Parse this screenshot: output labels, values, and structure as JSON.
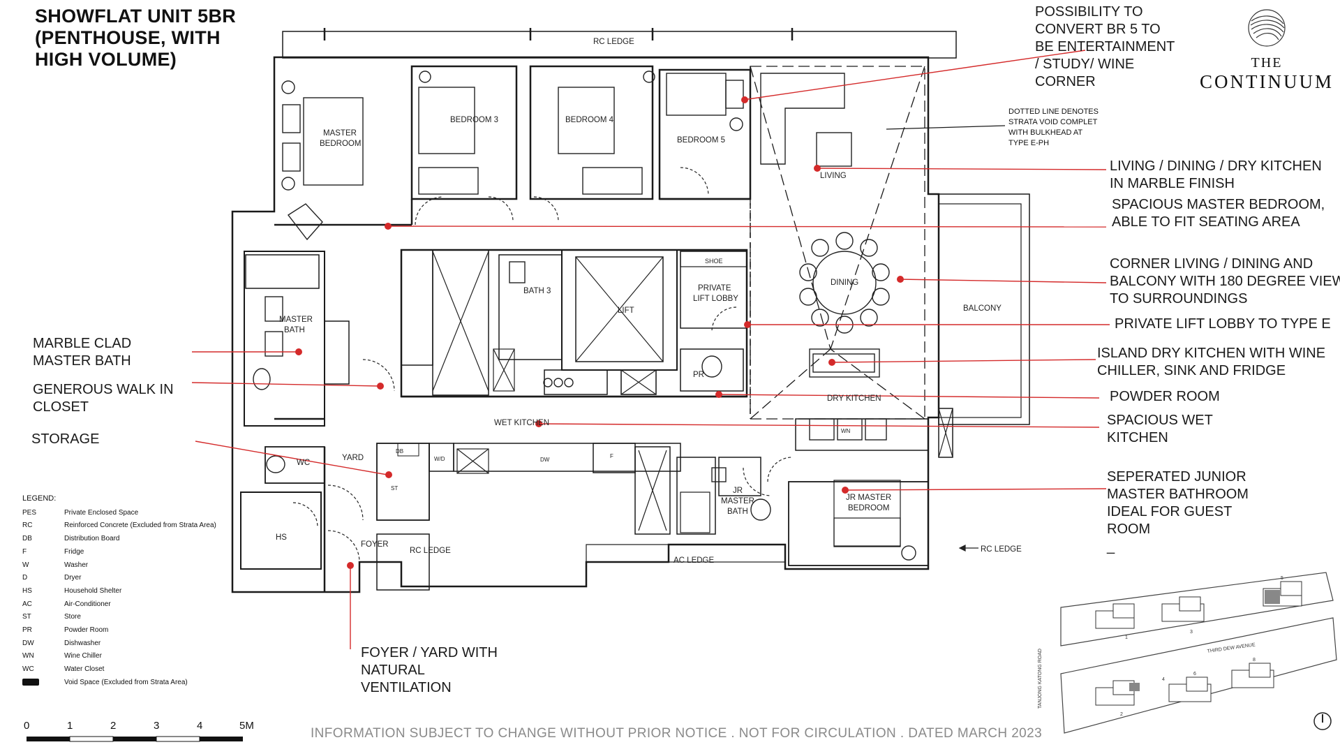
{
  "title": {
    "lines": [
      "SHOWFLAT UNIT 5BR",
      "(PENTHOUSE, WITH",
      "HIGH VOLUME)"
    ]
  },
  "brand": {
    "line1": "THE",
    "line2": "CONTINUUM",
    "icon": "ribbon-logo-icon"
  },
  "annotations": {
    "convert_br5": [
      "POSSIBILITY TO",
      "CONVERT BR 5 TO",
      "BE ENTERTAINMENT",
      "/ STUDY/ WINE",
      "CORNER"
    ],
    "dotted_line": [
      "DOTTED LINE DENOTES",
      "STRATA VOID COMPLET",
      "WITH BULKHEAD AT",
      "TYPE E-PH"
    ],
    "living": [
      "LIVING / DINING / DRY KITCHEN",
      "IN MARBLE FINISH"
    ],
    "master_bedroom": [
      "SPACIOUS MASTER BEDROOM,",
      "ABLE TO FIT SEATING AREA"
    ],
    "corner_living": [
      "CORNER LIVING / DINING AND",
      "BALCONY WITH 180 DEGREE VIEW",
      "TO SURROUNDINGS"
    ],
    "lift_lobby": [
      "PRIVATE LIFT LOBBY TO TYPE E"
    ],
    "island": [
      "ISLAND DRY KITCHEN WITH WINE",
      "CHILLER, SINK AND FRIDGE"
    ],
    "powder": [
      "POWDER ROOM"
    ],
    "wet_kitchen": [
      "SPACIOUS WET",
      "KITCHEN"
    ],
    "junior": [
      "SEPERATED JUNIOR",
      "MASTER BATHROOM",
      "IDEAL FOR GUEST",
      "ROOM"
    ],
    "dash": "_",
    "marble_bath": [
      "MARBLE CLAD",
      "MASTER BATH"
    ],
    "walk_in": [
      "GENEROUS WALK IN",
      "CLOSET"
    ],
    "storage": [
      "STORAGE"
    ],
    "foyer": [
      "FOYER / YARD WITH",
      "NATURAL",
      "VENTILATION"
    ]
  },
  "rooms": {
    "rc_ledge_top": "RC LEDGE",
    "master_bedroom": [
      "MASTER",
      "BEDROOM"
    ],
    "bedroom3": "BEDROOM 3",
    "bedroom4": "BEDROOM 4",
    "bedroom5": "BEDROOM 5",
    "living": "LIVING",
    "dining": "DINING",
    "balcony": "BALCONY",
    "bath3": "BATH 3",
    "lift": "LIFT",
    "shoe": "SHOE",
    "private_lift_lobby": [
      "PRIVATE",
      "LIFT LOBBY"
    ],
    "pr": "PR",
    "master_bath": [
      "MASTER",
      "BATH"
    ],
    "dry_kitchen": "DRY KITCHEN",
    "wet_kitchen": "WET KITCHEN",
    "wc": "WC",
    "yard": "YARD",
    "db": "DB",
    "wd": "W/D",
    "dw": "DW",
    "f": "F",
    "st": "ST",
    "wn": "WN",
    "hs": "HS",
    "foyer": "FOYER",
    "rc_ledge_mid": "RC LEDGE",
    "ac_ledge": "AC LEDGE",
    "jr_master_bath": [
      "JR",
      "MASTER",
      "BATH"
    ],
    "jr_master_bedroom": [
      "JR MASTER",
      "BEDROOM"
    ],
    "rc_ledge_right": "RC LEDGE"
  },
  "legend": {
    "heading": "LEGEND:",
    "items": [
      {
        "code": "PES",
        "desc": "Private Enclosed Space"
      },
      {
        "code": "RC",
        "desc": "Reinforced Concrete (Excluded from Strata Area)"
      },
      {
        "code": "DB",
        "desc": "Distribution Board"
      },
      {
        "code": "F",
        "desc": "Fridge"
      },
      {
        "code": "W",
        "desc": "Washer"
      },
      {
        "code": "D",
        "desc": "Dryer"
      },
      {
        "code": "HS",
        "desc": "Household Shelter"
      },
      {
        "code": "AC",
        "desc": "Air-Conditioner"
      },
      {
        "code": "ST",
        "desc": "Store"
      },
      {
        "code": "PR",
        "desc": "Powder Room"
      },
      {
        "code": "DW",
        "desc": "Dishwasher"
      },
      {
        "code": "WN",
        "desc": "Wine Chiller"
      },
      {
        "code": "WC",
        "desc": "Water Closet"
      }
    ],
    "void_desc": "Void Space (Excluded from Strata Area)"
  },
  "scale": {
    "labels": [
      "0",
      "1",
      "2",
      "3",
      "4",
      "5M"
    ]
  },
  "keyplan": {
    "road_vertical": "TANJONG KATONG ROAD",
    "road_horizontal": "THIRD DEW AVENUE",
    "blocks": [
      "1",
      "3",
      "5",
      "2",
      "4",
      "6",
      "8"
    ]
  },
  "footer": "INFORMATION SUBJECT TO CHANGE WITHOUT PRIOR NOTICE . NOT FOR CIRCULATION . DATED MARCH 2023",
  "colors": {
    "pointer": "#d42a2a",
    "line": "#1a1a1a",
    "footer": "#8a8a8a"
  }
}
